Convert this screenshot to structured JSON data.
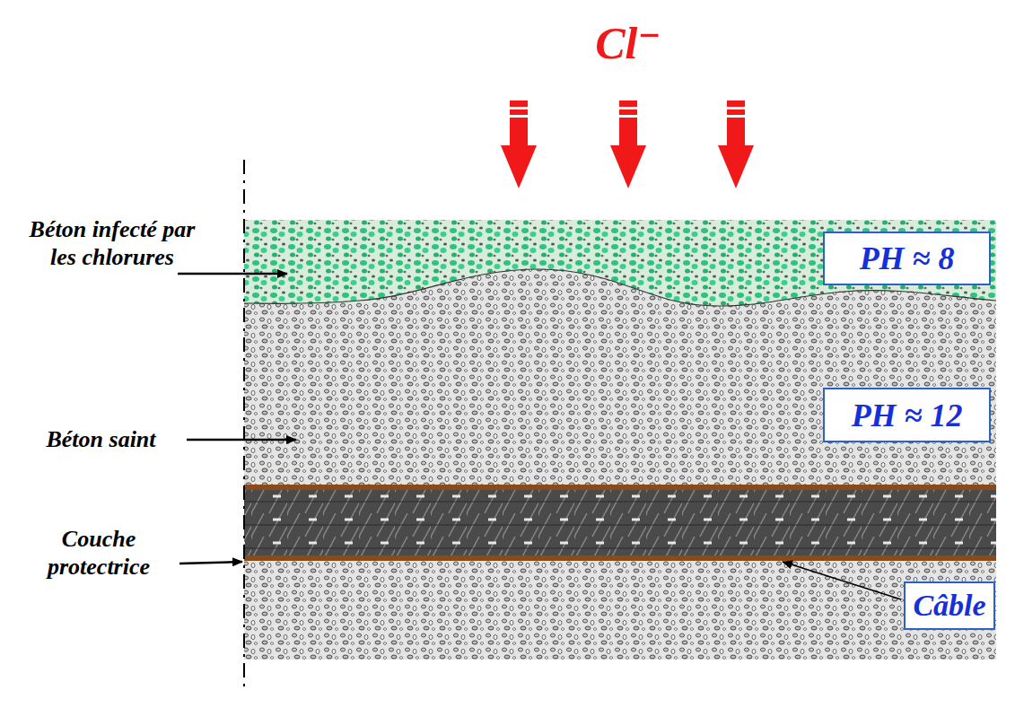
{
  "diagram": {
    "nodes": [
      {
        "text": [
          "PH ≈ 8"
        ]
      },
      {
        "text": [
          "PH ≈ 12"
        ]
      },
      {
        "text": [
          "Câble"
        ]
      }
    ],
    "labels": [
      "Cl⁻",
      "Béton infecté par les chlorures",
      "Béton saint",
      "Couche protectrice"
    ]
  }
}
